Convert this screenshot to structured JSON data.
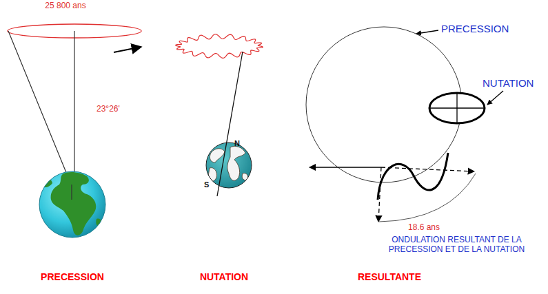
{
  "diagram": {
    "labels": [
      "25 800 ans",
      "23°26'",
      "N",
      "S",
      "PRECESSION",
      "NUTATION",
      "18.6 ans",
      "ONDULATION RESULTANT DE LA PRECESSION ET DE LA NUTATION",
      "PRECESSION",
      "NUTATION",
      "RESULTANTE"
    ]
  }
}
